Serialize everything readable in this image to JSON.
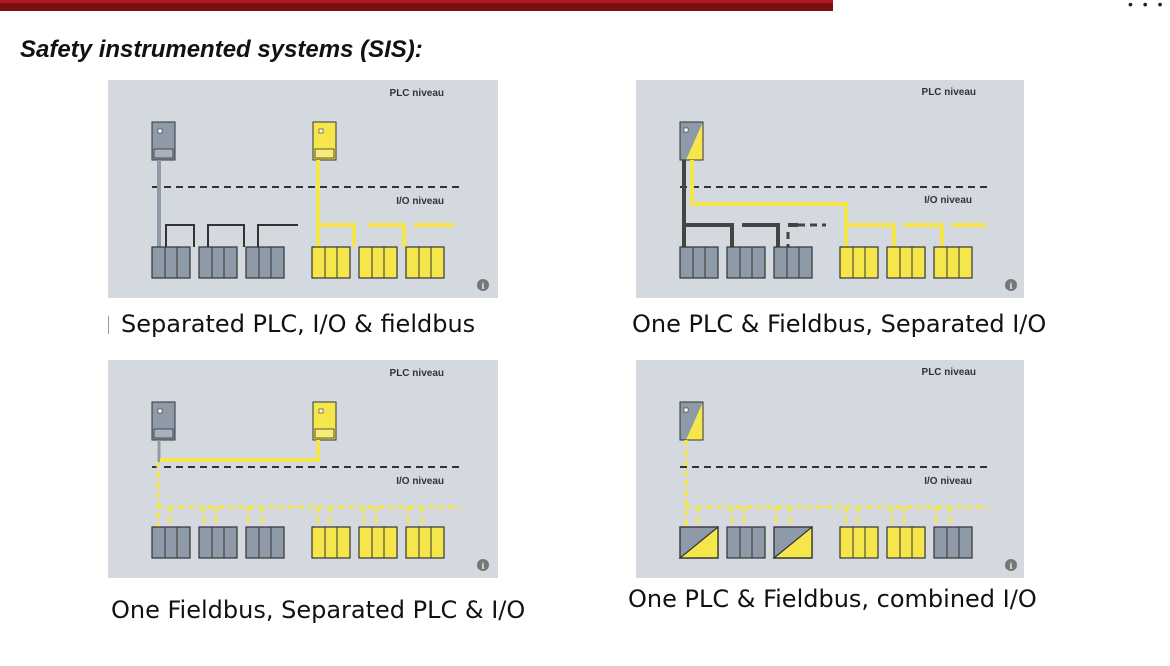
{
  "page": {
    "title": "Safety instrumented systems (SIS):"
  },
  "panels": [
    {
      "plc_label": "PLC niveau",
      "io_label": "I/O niveau",
      "caption": "Separated PLC, I/O & fieldbus"
    },
    {
      "plc_label": "PLC niveau",
      "io_label": "I/O niveau",
      "caption": "One PLC & Fieldbus, Separated I/O"
    },
    {
      "plc_label": "PLC niveau",
      "io_label": "I/O niveau",
      "caption": "One Fieldbus, Separated PLC & I/O"
    },
    {
      "plc_label": "PLC niveau",
      "io_label": "I/O niveau",
      "caption": "One PLC & Fieldbus, combined I/O"
    }
  ],
  "colors": {
    "panel_bg": "#d4d9e0",
    "safety_yellow": "#f5e64c",
    "standard_grey": "#8f9aa8",
    "bar": "#7a0f12"
  },
  "icons": {
    "info": "info-icon"
  }
}
